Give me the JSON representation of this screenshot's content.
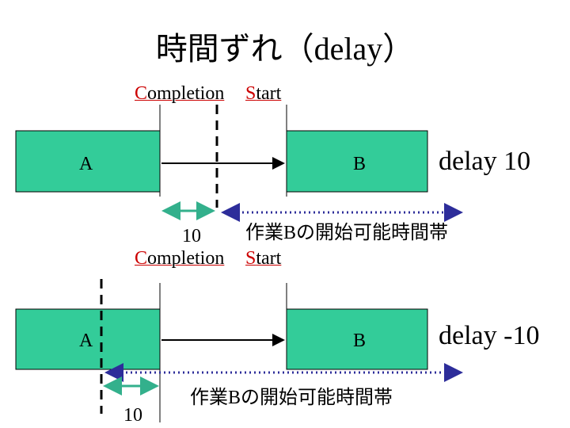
{
  "title": "時間ずれ（delay）",
  "colors": {
    "task_fill": "#33cc99",
    "task_stroke": "#000000",
    "accent_red": "#cc0000",
    "window_arrow": "#2d2d9a",
    "delay_arrow": "#33b08c"
  },
  "diagram_top": {
    "label_completion": "Completion",
    "label_start": "Start",
    "task_a": "A",
    "task_b": "B",
    "delay_value": "delay 10",
    "lag_label": "10",
    "window_caption": "作業Bの開始可能時間帯"
  },
  "diagram_bottom": {
    "label_completion": "Completion",
    "label_start": "Start",
    "task_a": "A",
    "task_b": "B",
    "delay_value": "delay -10",
    "lag_label": "10",
    "window_caption": "作業Bの開始可能時間帯"
  }
}
